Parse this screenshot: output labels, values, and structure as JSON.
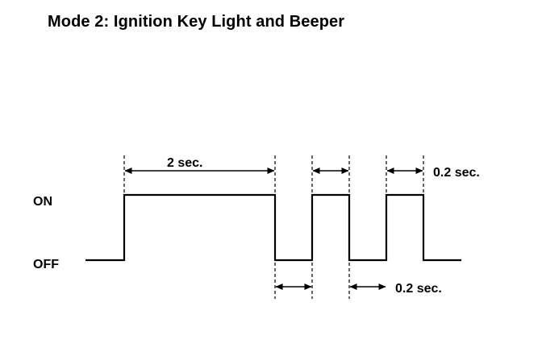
{
  "title": "Mode 2: Ignition Key Light and Beeper",
  "levels": {
    "on": "ON",
    "off": "OFF"
  },
  "durations": {
    "first_on": "2 sec.",
    "pulse_on": "0.2 sec.",
    "pulse_off": "0.2 sec."
  }
}
